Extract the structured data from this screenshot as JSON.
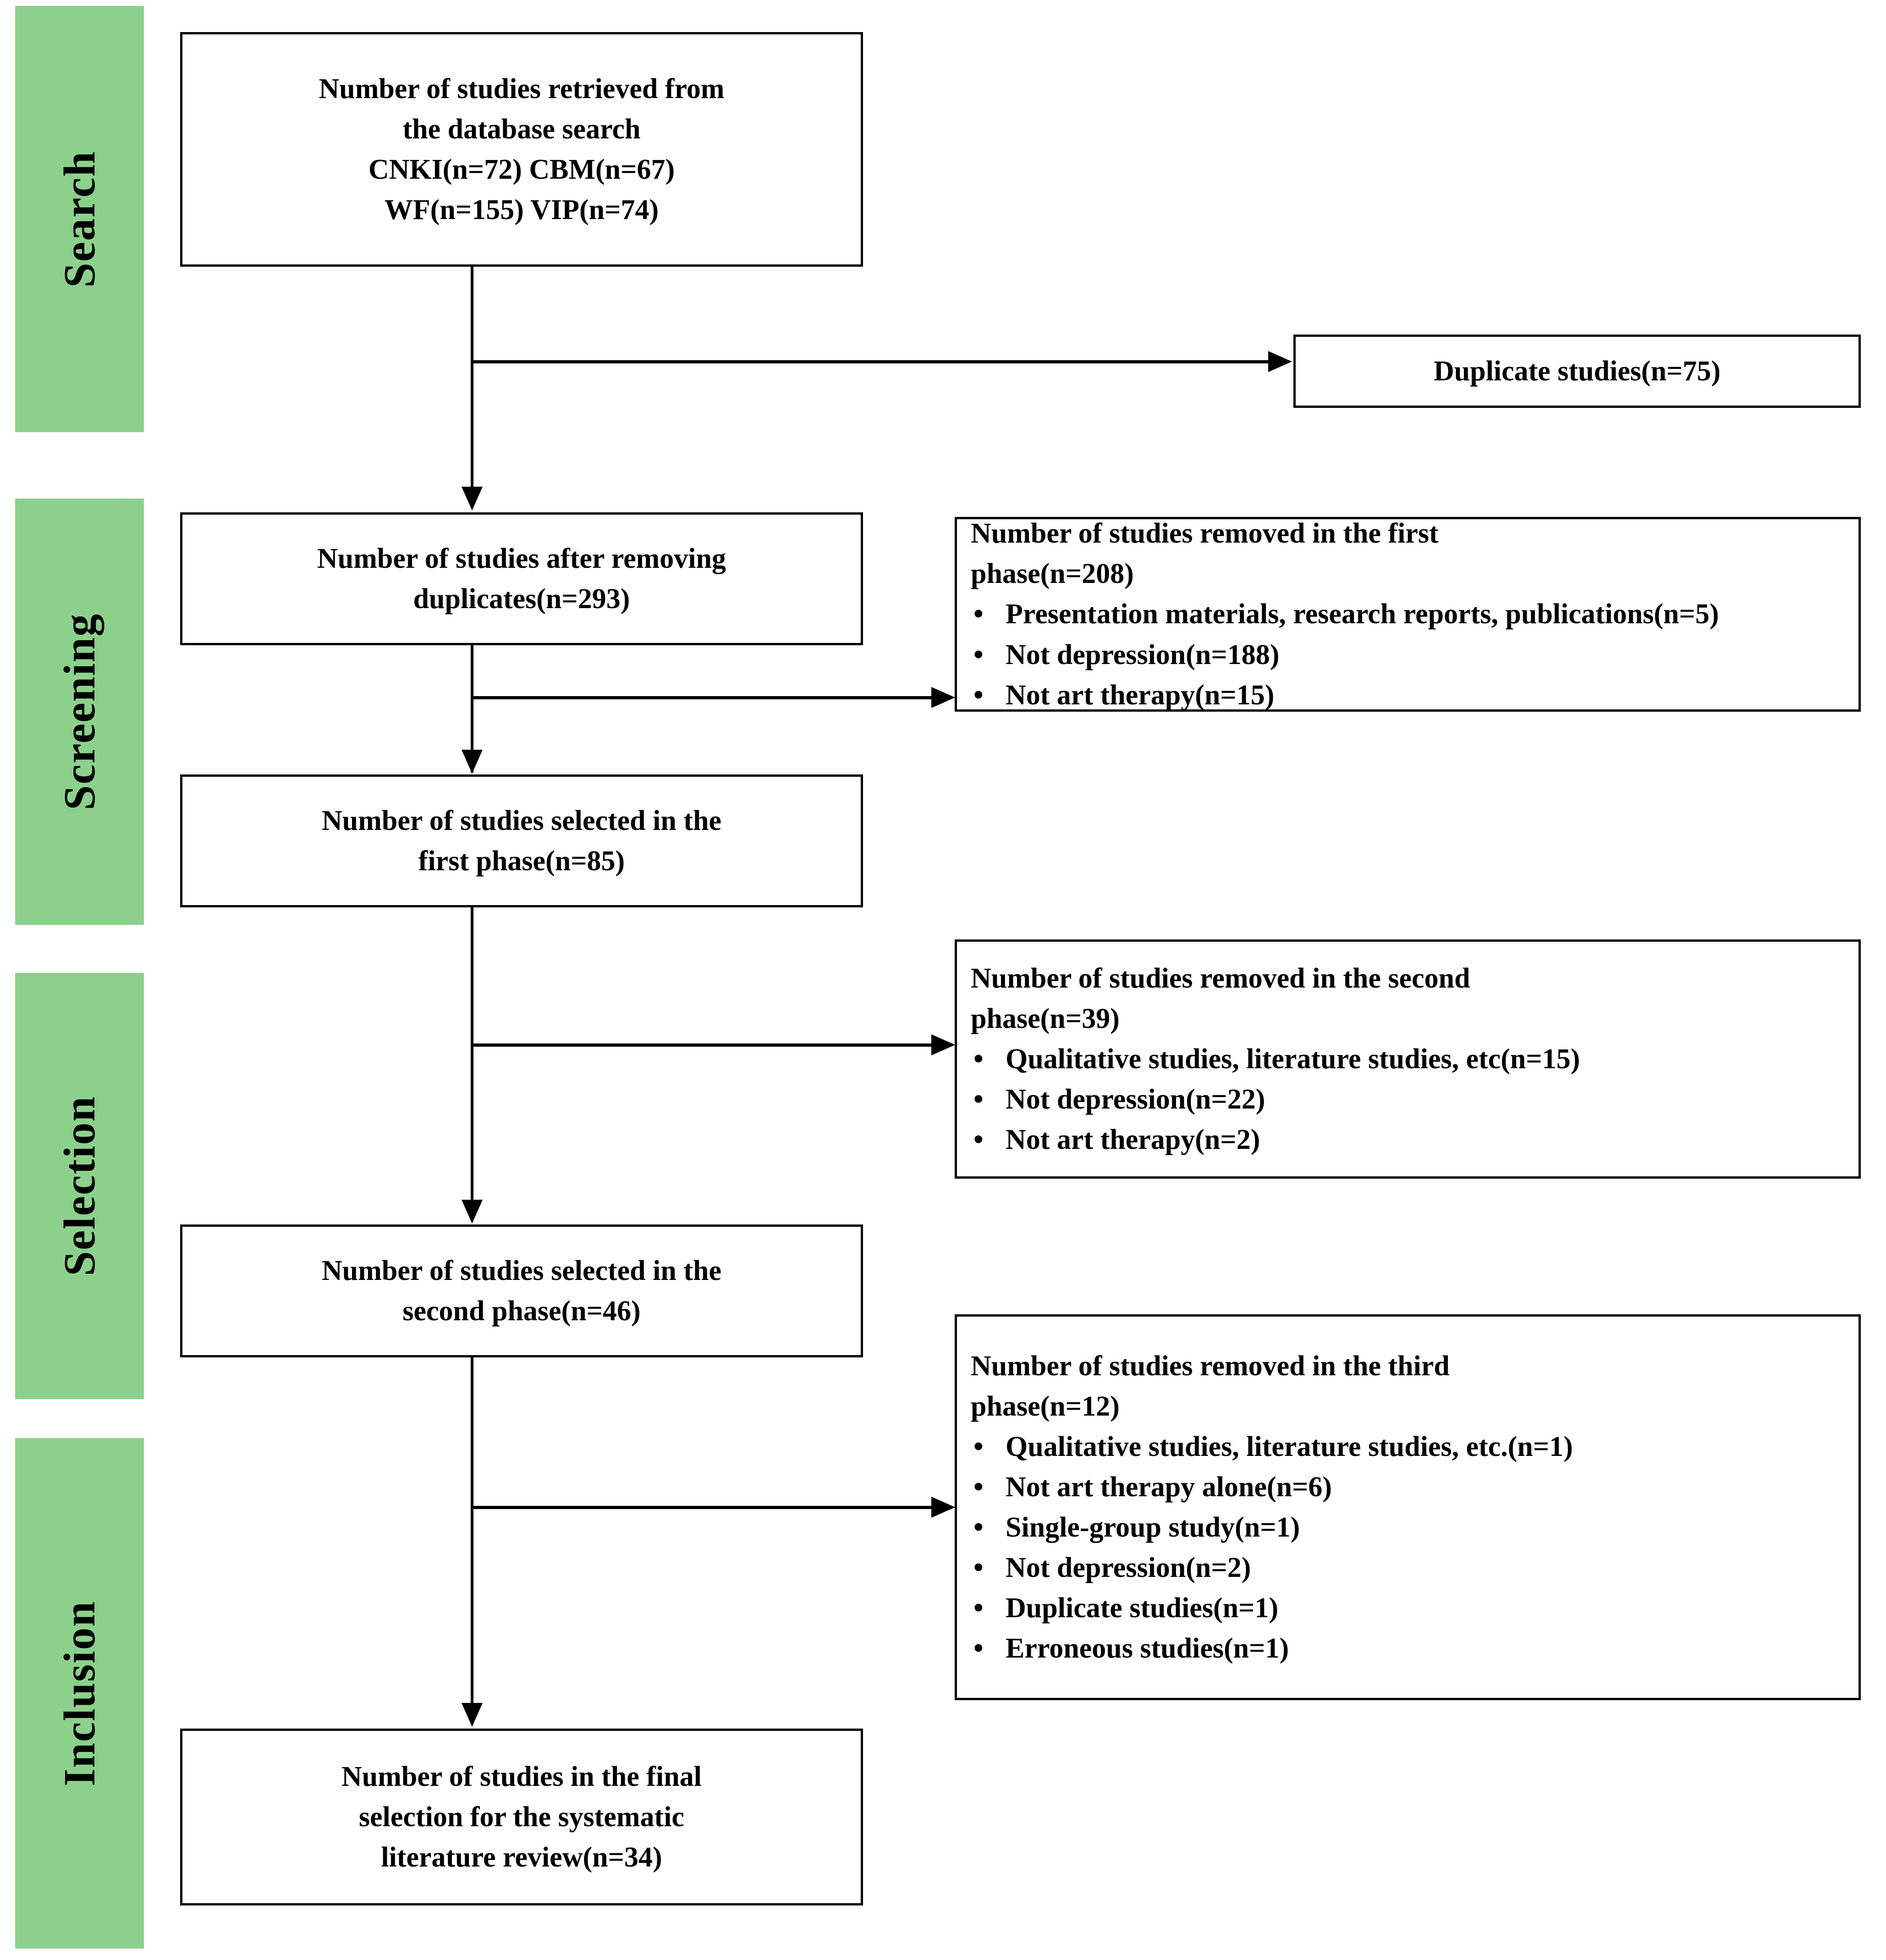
{
  "diagram": {
    "title": "PRISMA study selection flow diagram",
    "accent_green": "#8BD18B",
    "line_color": "#000000"
  },
  "stages": [
    {
      "id": "search",
      "label": "Search"
    },
    {
      "id": "screening",
      "label": "Screening"
    },
    {
      "id": "selection",
      "label": "Selection"
    },
    {
      "id": "inclusion",
      "label": "Inclusion"
    }
  ],
  "boxes": {
    "identified": {
      "text": "Number of studies retrieved from\nthe database search\nCNKI(n=72)   CBM(n=67)\nWF(n=155)   VIP(n=74)"
    },
    "duplicates_removed": {
      "text": "Duplicate studies(n=75)"
    },
    "after_duplicates": {
      "text": "Number of studies after removing\nduplicates(n=293)"
    },
    "selected_first": {
      "text": "Number of studies selected in the\nfirst phase(n=85)"
    },
    "selected_second": {
      "text": "Number of studies selected in the\nsecond phase(n=46)"
    },
    "final_selection": {
      "text": "Number of studies in the final\nselection for the systematic\nliterature review(n=34)"
    }
  },
  "exclusions": {
    "first_phase": {
      "heading": "Number of studies removed in  the first\nphase(n=208)",
      "items": [
        "Presentation materials, research reports, publications(n=5)",
        "Not depression(n=188)",
        "Not art therapy(n=15)"
      ]
    },
    "second_phase": {
      "heading": "Number of studies removed in  the second\nphase(n=39)",
      "items": [
        "Qualitative studies, literature studies, etc(n=15)",
        "Not depression(n=22)",
        "Not art therapy(n=2)"
      ]
    },
    "third_phase": {
      "heading": "Number of studies removed in  the third\nphase(n=12)",
      "items": [
        "Qualitative studies, literature studies, etc.(n=1)",
        "Not art therapy alone(n=6)",
        "Single-group study(n=1)",
        "Not depression(n=2)",
        "Duplicate studies(n=1)",
        "Erroneous studies(n=1)"
      ]
    }
  }
}
